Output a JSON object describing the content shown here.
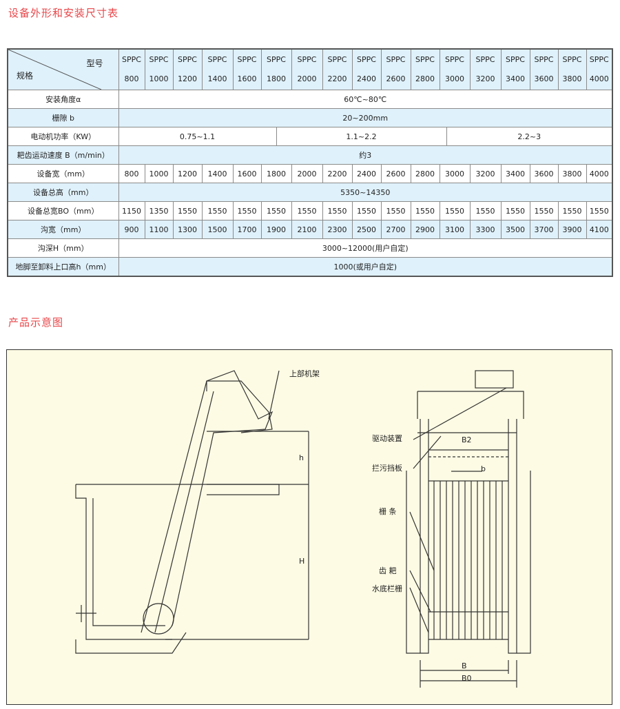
{
  "titles": {
    "table": "设备外形和安装尺寸表",
    "diagram": "产品示意图"
  },
  "table": {
    "corner_top": "型号",
    "corner_bottom": "规格",
    "model_prefix": "SPPC",
    "models": [
      "800",
      "1000",
      "1200",
      "1400",
      "1600",
      "1800",
      "2000",
      "2200",
      "2400",
      "2600",
      "2800",
      "3000",
      "3200",
      "3400",
      "3600",
      "3800",
      "4000"
    ],
    "rows": {
      "angle": {
        "label": "安装角度α",
        "value": "60℃~80℃"
      },
      "gap": {
        "label": "栅隙 b",
        "value": "20~200mm"
      },
      "power": {
        "label": "电动机功率（KW）",
        "values": [
          "0.75~1.1",
          "1.1~2.2",
          "2.2~3"
        ]
      },
      "speed": {
        "label": "耙齿运动速度 B（m/min）",
        "value": "约3"
      },
      "width": {
        "label": "设备宽（mm）",
        "values": [
          "800",
          "1000",
          "1200",
          "1400",
          "1600",
          "1800",
          "2000",
          "2200",
          "2400",
          "2600",
          "2800",
          "3000",
          "3200",
          "3400",
          "3600",
          "3800",
          "4000"
        ]
      },
      "height": {
        "label": "设备总高（mm）",
        "value": "5350~14350"
      },
      "total_width": {
        "label": "设备总宽BO（mm）",
        "values": [
          "1150",
          "1350",
          "1550",
          "1550",
          "1550",
          "1550",
          "1550",
          "1550",
          "1550",
          "1550",
          "1550",
          "1550",
          "1550",
          "1550",
          "1550",
          "1550",
          "1550"
        ]
      },
      "channel_width": {
        "label": "沟宽（mm）",
        "values": [
          "900",
          "1100",
          "1300",
          "1500",
          "1700",
          "1900",
          "2100",
          "2300",
          "2500",
          "2700",
          "2900",
          "3100",
          "3300",
          "3500",
          "3700",
          "3900",
          "4100"
        ]
      },
      "channel_depth": {
        "label": "沟深H（mm）",
        "value": "3000~12000(用户自定)"
      },
      "discharge_height": {
        "label": "地脚至卸料上口高h（mm）",
        "value": "1000(或用户自定)"
      }
    }
  },
  "diagram": {
    "labels": {
      "frame": "上部机架",
      "h": "h",
      "H": "H",
      "drive": "驱动装置",
      "b2": "B2",
      "baffle": "拦污挡板",
      "b": "b",
      "bars": "栅 条",
      "rake": "齿 耙",
      "grate": "水底栏栅",
      "B": "B",
      "B0": "B0"
    }
  }
}
